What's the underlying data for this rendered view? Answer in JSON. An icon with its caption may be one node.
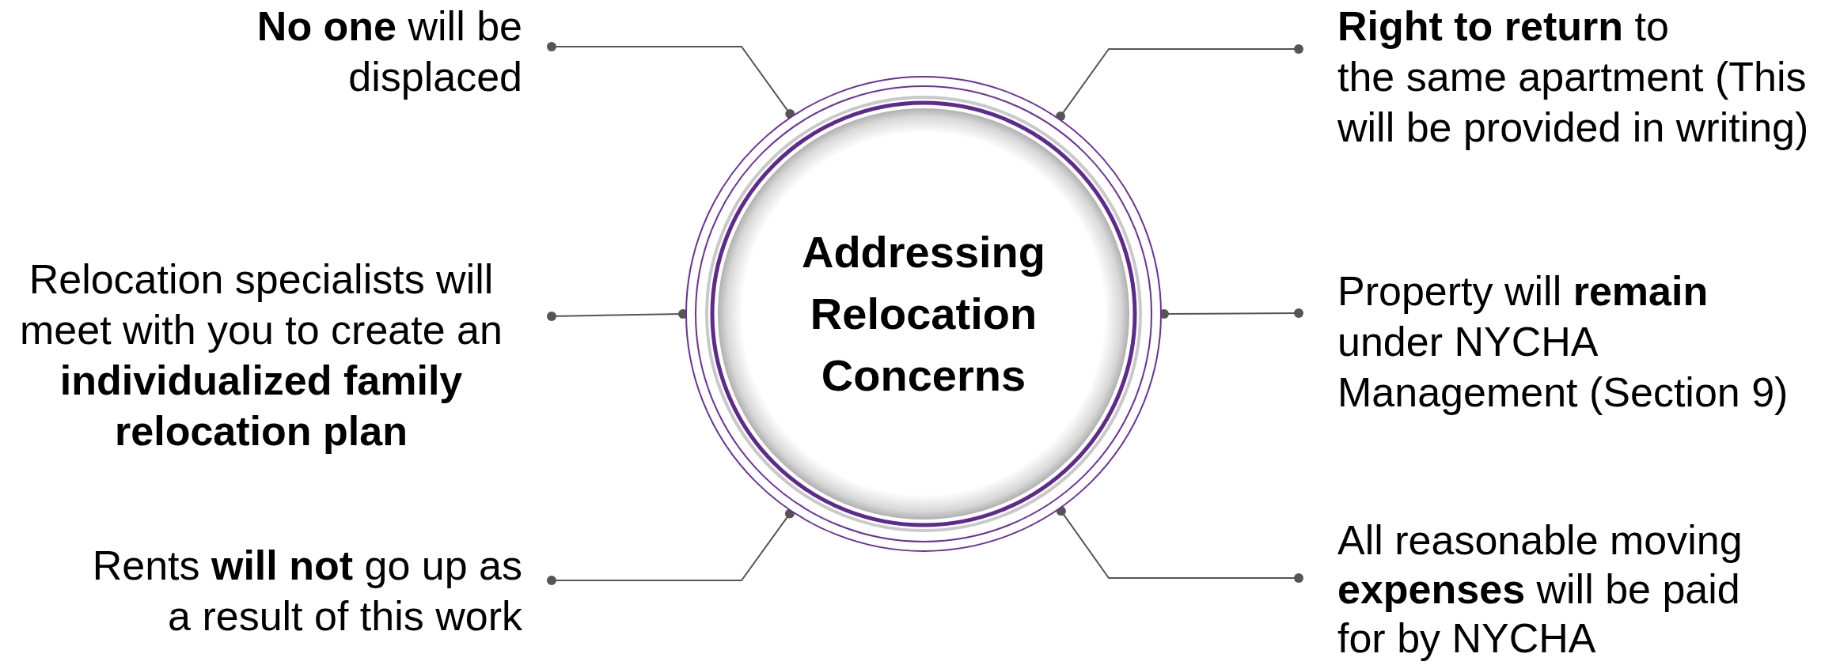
{
  "diagram": {
    "nodes": [
      {
        "text": [
          "Addressing Relocation Concerns"
        ]
      },
      {
        "text": [
          "**No one** will be displaced"
        ]
      },
      {
        "text": [
          "**Right to return** to",
          "the same apartment (This will be provided in writing)"
        ]
      },
      {
        "text": [
          "Relocation specialists will meet with you to create an **individualized family relocation plan**"
        ]
      },
      {
        "text": [
          "Property will **remain** under NYCHA Management (Section 9)"
        ]
      },
      {
        "text": [
          "Rents **will not** go up as a result of this work"
        ]
      },
      {
        "text": [
          "All reasonable moving **expenses** will be paid for by NYCHA"
        ]
      }
    ],
    "edges": [
      {
        "from": 1,
        "to": 0,
        "arrow": "other"
      },
      {
        "from": 2,
        "to": 0,
        "arrow": "other"
      },
      {
        "from": 3,
        "to": 0,
        "arrow": "other"
      },
      {
        "from": 4,
        "to": 0,
        "arrow": "other"
      },
      {
        "from": 5,
        "to": 0,
        "arrow": "other"
      },
      {
        "from": 6,
        "to": 0,
        "arrow": "other"
      }
    ]
  }
}
